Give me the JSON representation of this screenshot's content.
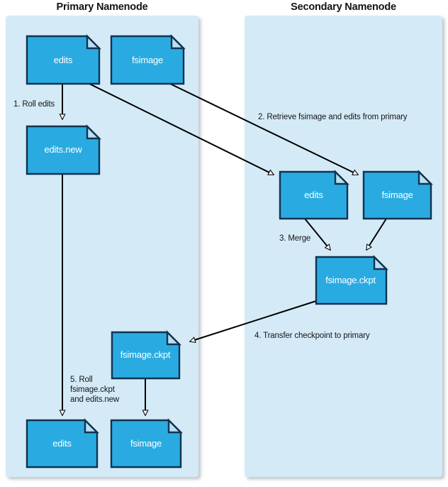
{
  "diagram": {
    "title_primary": "Primary Namenode",
    "title_secondary": "Secondary Namenode",
    "colors": {
      "panel_fill": "#d4ebf7",
      "node_fill": "#29abe2",
      "node_stroke": "#12324f",
      "fold_fill": "#b8dff2",
      "line": "#000000",
      "label_text": "#151515",
      "node_text": "#ffffff",
      "background": "#ffffff"
    },
    "panels": [
      {
        "name": "primary",
        "label": "Primary Namenode"
      },
      {
        "name": "secondary",
        "label": "Secondary Namenode"
      }
    ],
    "nodes": [
      {
        "id": "primary-edits",
        "label": "edits",
        "panel": "primary"
      },
      {
        "id": "primary-fsimage",
        "label": "fsimage",
        "panel": "primary"
      },
      {
        "id": "primary-edits-new",
        "label": "edits.new",
        "panel": "primary"
      },
      {
        "id": "primary-fsimage-ckpt",
        "label": "fsimage.ckpt",
        "panel": "primary"
      },
      {
        "id": "primary-edits-final",
        "label": "edits",
        "panel": "primary"
      },
      {
        "id": "primary-fsimage-final",
        "label": "fsimage",
        "panel": "primary"
      },
      {
        "id": "secondary-edits",
        "label": "edits",
        "panel": "secondary"
      },
      {
        "id": "secondary-fsimage",
        "label": "fsimage",
        "panel": "secondary"
      },
      {
        "id": "secondary-fsimage-ckpt",
        "label": "fsimage.ckpt",
        "panel": "secondary"
      }
    ],
    "steps": [
      {
        "number": "1",
        "label": "1. Roll edits"
      },
      {
        "number": "2",
        "label": "2. Retrieve fsimage and edits from primary"
      },
      {
        "number": "3",
        "label": "3. Merge"
      },
      {
        "number": "4",
        "label": "4. Transfer checkpoint to primary"
      },
      {
        "number": "5",
        "label_line1": "5. Roll",
        "label_line2": "fsimage.ckpt",
        "label_line3": "and edits.new"
      }
    ]
  }
}
